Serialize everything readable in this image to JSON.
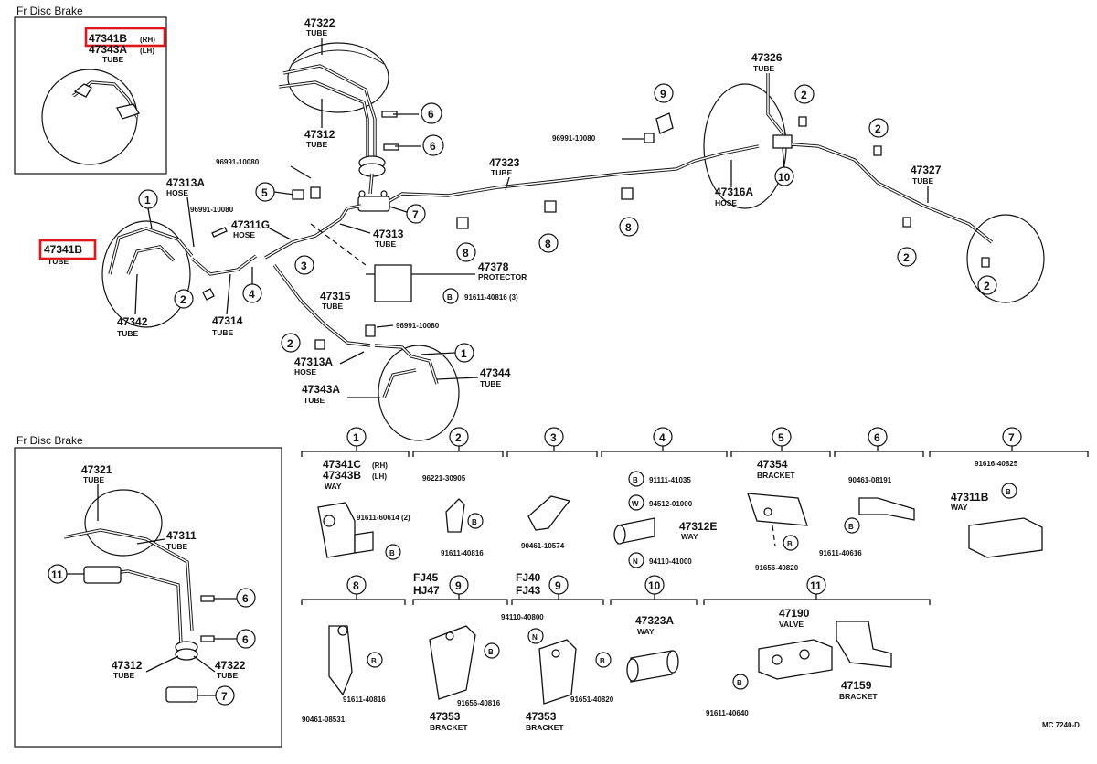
{
  "panels": {
    "top_left_title": "Fr Disc Brake",
    "bottom_left_title": "Fr Disc Brake"
  },
  "highlight_color": "#e0161b",
  "labels": {
    "p47341B_rh": "47341B",
    "p47341B_rh_suffix": "(RH)",
    "p47343A_lh": "47343A",
    "p47343A_lh_suffix": "(LH)",
    "tube_inset": "TUBE",
    "p47322_top": "47322",
    "tube_47322_top": "TUBE",
    "p47312_top": "47312",
    "tube_47312_top": "TUBE",
    "p96991_a": "96991-10080",
    "p47313A_top": "47313A",
    "hose_47313A_top": "HOSE",
    "p96991_b": "96991-10080",
    "p47311G": "47311G",
    "hose_47311G": "HOSE",
    "p47313": "47313",
    "tube_47313": "TUBE",
    "p47341B_main": "47341B",
    "tube_47341B_main": "TUBE",
    "p47342": "47342",
    "tube_47342": "TUBE",
    "p47314": "47314",
    "tube_47314": "TUBE",
    "p47378": "47378",
    "protector_47378": "PROTECTOR",
    "p91611_40816_3": "91611-40816 (3)",
    "p47315": "47315",
    "tube_47315": "TUBE",
    "p96991_c": "96991-10080",
    "p47313A_bot": "47313A",
    "hose_47313A_bot": "HOSE",
    "p47343A_bot": "47343A",
    "tube_47343A_bot": "TUBE",
    "p47344": "47344",
    "tube_47344": "TUBE",
    "p47323": "47323",
    "tube_47323": "TUBE",
    "p96991_d": "96991-10080",
    "p47326": "47326",
    "tube_47326": "TUBE",
    "p47316A": "47316A",
    "hose_47316A": "HOSE",
    "p47327": "47327",
    "tube_47327": "TUBE",
    "p47321": "47321",
    "tube_47321": "TUBE",
    "p47311": "47311",
    "tube_47311": "TUBE",
    "p47312_bot": "47312",
    "tube_47312_bot": "TUBE",
    "p47322_bot": "47322",
    "tube_47322_bot": "TUBE",
    "footer_code": "MC 7240-D"
  },
  "callouts": {
    "c1": "1",
    "c2": "2",
    "c3": "3",
    "c4": "4",
    "c5": "5",
    "c6": "6",
    "c7": "7",
    "c8": "8",
    "c9": "9",
    "c10": "10",
    "c11": "11",
    "bolt": "B",
    "washer": "W",
    "nut": "N"
  },
  "details": {
    "d1_a": "47341C",
    "d1_a_sfx": "(RH)",
    "d1_b": "47343B",
    "d1_b_sfx": "(LH)",
    "d1_way": "WAY",
    "d1_bolt": "91611-60614 (2)",
    "d2_a": "96221-30905",
    "d2_bolt": "91611-40816",
    "d3_a": "90461-10574",
    "d4_bolt": "91111-41035",
    "d4_washer": "94512-01000",
    "d4_part": "47312E",
    "d4_way": "WAY",
    "d4_nut": "94110-41000",
    "d5_a": "47354",
    "d5_bracket": "BRACKET",
    "d5_b": "91656-40820",
    "d6_a": "90461-08191",
    "d6_bolt": "91611-40616",
    "d7_a": "91616-40825",
    "d7_b": "47311B",
    "d7_way": "WAY",
    "d8_bolt": "91611-40816",
    "d8_clip": "90461-08531",
    "d9a_model1": "FJ45",
    "d9a_model2": "HJ47",
    "d9a_bolt": "91656-40816",
    "d9a_part": "47353",
    "d9a_bracket": "BRACKET",
    "d9b_model1": "FJ40",
    "d9b_model2": "FJ43",
    "d9b_nut": "94110-40800",
    "d9b_bolt": "91651-40820",
    "d9b_part": "47353",
    "d9b_bracket": "BRACKET",
    "d10_a": "47323A",
    "d10_way": "WAY",
    "d11_a": "47190",
    "d11_valve": "VALVE",
    "d11_bolt": "91611-40640",
    "d11_b": "47159",
    "d11_bracket": "BRACKET"
  }
}
